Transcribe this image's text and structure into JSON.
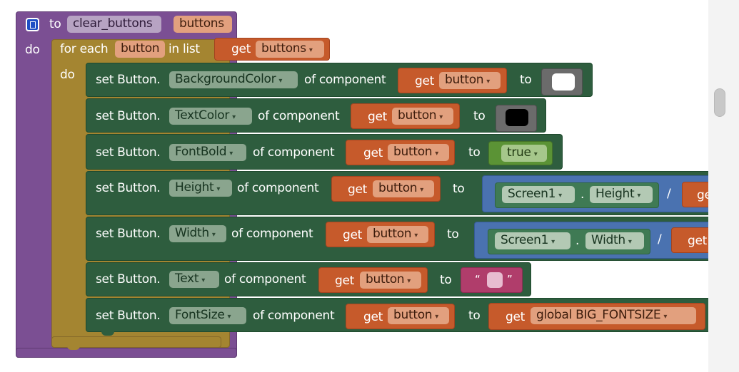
{
  "procedure": {
    "keyword_to": "to",
    "name": "clear_buttons",
    "param": "buttons",
    "keyword_do": "do"
  },
  "loop": {
    "label_for_each": "for each",
    "var": "button",
    "label_in_list": "in list",
    "list_get": "get",
    "list_var": "buttons",
    "label_do": "do"
  },
  "statements": [
    {
      "prefix": "set Button.",
      "property": "BackgroundColor",
      "of": "of component",
      "get": "get",
      "var": "button",
      "to": "to",
      "value_type": "color",
      "color": "#ffffff"
    },
    {
      "prefix": "set Button.",
      "property": "TextColor",
      "of": "of component",
      "get": "get",
      "var": "button",
      "to": "to",
      "value_type": "color",
      "color": "#000000"
    },
    {
      "prefix": "set Button.",
      "property": "FontBold",
      "of": "of component",
      "get": "get",
      "var": "button",
      "to": "to",
      "value_type": "bool",
      "value": "true"
    },
    {
      "prefix": "set Button.",
      "property": "Height",
      "of": "of component",
      "get": "get",
      "var": "button",
      "to": "to",
      "value_type": "math",
      "component": "Screen1",
      "dot": ".",
      "member": "Height",
      "op": "/",
      "tail": "ge"
    },
    {
      "prefix": "set Button.",
      "property": "Width",
      "of": "of component",
      "get": "get",
      "var": "button",
      "to": "to",
      "value_type": "math",
      "component": "Screen1",
      "dot": ".",
      "member": "Width",
      "op": "/",
      "tail": "get"
    },
    {
      "prefix": "set Button.",
      "property": "Text",
      "of": "of component",
      "get": "get",
      "var": "button",
      "to": "to",
      "value_type": "text",
      "open_quote": "“",
      "close_quote": "”"
    },
    {
      "prefix": "set Button.",
      "property": "FontSize",
      "of": "of component",
      "get": "get",
      "var": "button",
      "to": "to",
      "value_type": "get",
      "get_kw": "get",
      "global_var": "global BIG_FONTSIZE"
    }
  ],
  "colors": {
    "procedure": "#7b4f93",
    "loop": "#a48531",
    "setter": "#2e5d3e",
    "variable": "#c65a2b",
    "math": "#4a72b0",
    "text": "#b03d6b",
    "logic": "#5b9335"
  },
  "icons": {
    "mutator": "gear-icon",
    "dropdown": "chevron-down-icon"
  }
}
